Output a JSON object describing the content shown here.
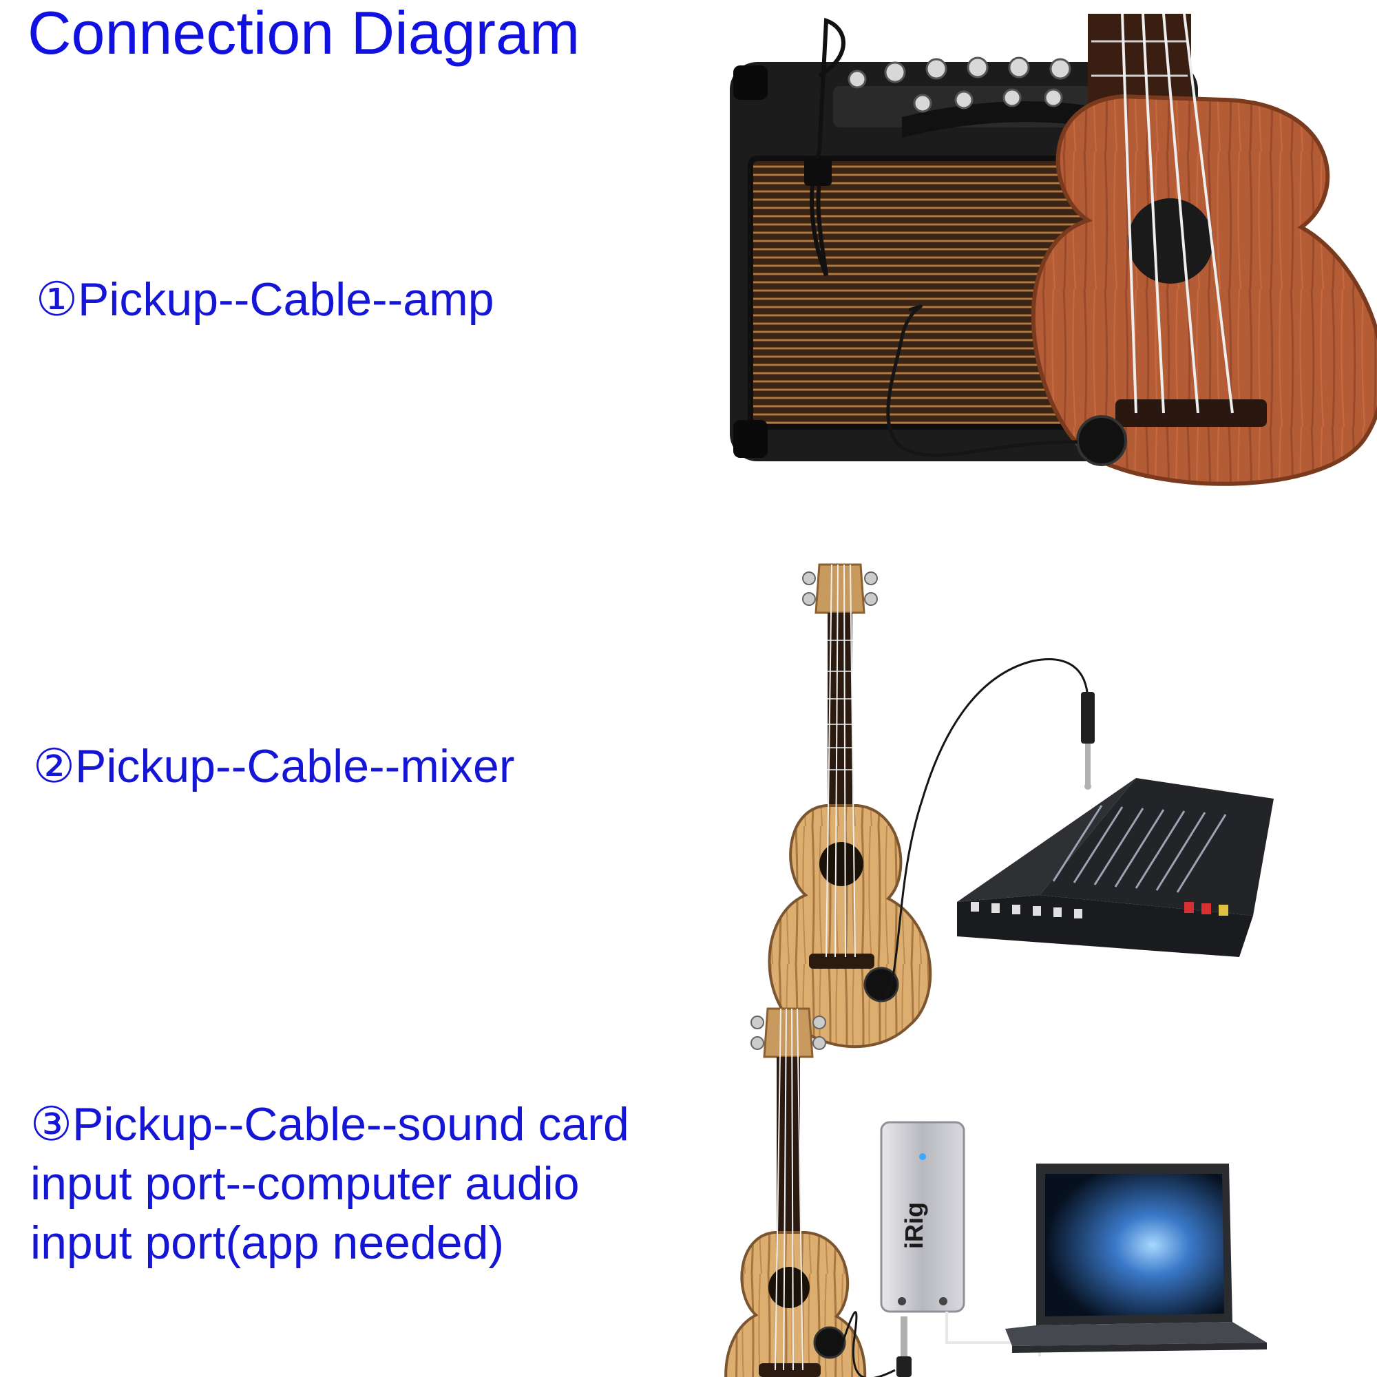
{
  "title": "Connection Diagram",
  "steps": [
    {
      "lines": [
        "①Pickup--Cable--amp"
      ]
    },
    {
      "lines": [
        "②Pickup--Cable--mixer"
      ]
    },
    {
      "lines": [
        "③Pickup--Cable--sound card",
        "input port--computer audio",
        "input port(app needed)"
      ]
    }
  ],
  "images": {
    "interface_logo": "iRig"
  },
  "colors": {
    "text": "#1515d5",
    "amp_body": "#1c1c1c",
    "amp_grille": "#5a3a22",
    "mahogany": "#b05a35",
    "zebrawood": "#d8a868",
    "mixer": "#222428",
    "interface": "#c8c8cc",
    "laptop": "#3a3c42"
  }
}
